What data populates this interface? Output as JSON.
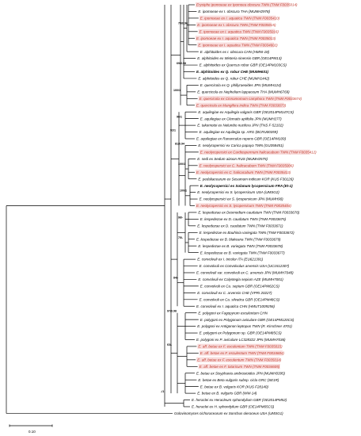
{
  "scale_bar": "0.10",
  "support_values": [
    "75/0.96",
    "69/0.98",
    "100/1",
    "96/1",
    "92/1",
    "81/0.94",
    "100/1",
    "100/1",
    "98/-",
    "75/-",
    "84/-",
    "97/0.98",
    "63/-",
    "-/1"
  ],
  "taxa": [
    {
      "text": "Erysiphe ipomoeae ex Ipomoea obscura TWN (TNM F0035014)",
      "style": "red"
    },
    {
      "text": "E. ipomoeae ex I. obscura THA (MUMH2978)",
      "style": "normal"
    },
    {
      "text": "E. ipomoeae ex I. aquatica TWN (TNM F0035410)",
      "style": "red"
    },
    {
      "text": "E. ipomoeae ex I. obscura TWN (TNM F0035015)",
      "style": "red"
    },
    {
      "text": "E. ipomoeae ex I. aquatica TWN (TNM F0035016)",
      "style": "red"
    },
    {
      "text": "E. ipomoeae ex I. aquatica TWN (TNM F0035013)",
      "style": "red"
    },
    {
      "text": "E. ipomoeae ex I. aquatica TWN (TNM F0034602)",
      "style": "red"
    },
    {
      "text": "E. alphitoides ex I. obscura CHN (HMNI-18)",
      "style": "normal"
    },
    {
      "text": "E. alphitoides ex Wisteria sinensis GBR (OE14PM13)",
      "style": "normal"
    },
    {
      "text": "E. alphitoides ex Quercus robur GBR (OE14PM103CS)",
      "style": "normal"
    },
    {
      "text": "E. alphitoides ex Q. robur CHE (MUMH631)",
      "style": "bold"
    },
    {
      "text": "E. alphitoides ex Q. robur CHE (MUMH1442)",
      "style": "normal"
    },
    {
      "text": "E. quercicola ex Q. phillyraeoides JPN (MUMH124)",
      "style": "normal"
    },
    {
      "text": "E. quercicola ex Nephelium lappaceum THA (MUMH6769)",
      "style": "normal"
    },
    {
      "text": "E. quercicola ex Cinnamomum camphora TWN (TNM F0033674)",
      "style": "red"
    },
    {
      "text": "E. quercicola ex Mangifera indica TWN (TNM F0033673)",
      "style": "red"
    },
    {
      "text": "E. aquilegiae ex Aquilegia vulgaris GBR (OE2014PM147CS)",
      "style": "normal"
    },
    {
      "text": "E. aquilegiae ex Clematis apiifolia JPN (MUMH277)",
      "style": "normal"
    },
    {
      "text": "E. takemotoi ex Nelumbo nucifera JPN (TNS F-52102)",
      "style": "normal"
    },
    {
      "text": "E. aquilegiae ex Aquilegia sp. ARG (BCRU00359)",
      "style": "normal"
    },
    {
      "text": "E. aquilegiae ex Ranunculus repens GBR (OE14PM109)",
      "style": "normal"
    },
    {
      "text": "E. neolycopersici ex Carica papaya TWN (GU358451)",
      "style": "normal"
    },
    {
      "text": "E. neolycopersici ex Cardiospermum halicacabum TWN (TNM F0035412)",
      "style": "red"
    },
    {
      "text": "E. sedi ex Sedum aizoon RUS (MUMH2575)",
      "style": "normal"
    },
    {
      "text": "E. neolycopersici ex C. halicacabum TWN (TNM F0035006)",
      "style": "red"
    },
    {
      "text": "E. neolycopersici ex C. halicacabum TWN (TNM F0035413)",
      "style": "red"
    },
    {
      "text": "E. pedaliacearum ex Sesamum indicum KOR (KUS F30126)",
      "style": "normal"
    },
    {
      "text": "E. neolycopersici ex Solanum lycopersicum FRA (Et-1)",
      "style": "bold"
    },
    {
      "text": "E. neolycopersici ex S. lycopersicum USA (UMSG2)",
      "style": "normal"
    },
    {
      "text": "E. neolycopersici ex S. lycopersicum JPN (MUMH90)",
      "style": "normal"
    },
    {
      "text": "E. neolycopersici ex S. lycopersicum TWN (TNM F0035404)",
      "style": "red"
    },
    {
      "text": "E. lespedezae ex Desmodium caudatum TWN (TNM F0033676)",
      "style": "normal"
    },
    {
      "text": "E. lespedezae ex D. caudatum TWN (TNM F0033675)",
      "style": "normal"
    },
    {
      "text": "E. lespedezae ex D. caudatum TWN (TNM F0033671)",
      "style": "normal"
    },
    {
      "text": "E. lespedezae ex Bauhinia variegata TWN (TNM F0033672)",
      "style": "normal"
    },
    {
      "text": "E. lespedezae ex B. blakeana TWN (TNM F0033679)",
      "style": "normal"
    },
    {
      "text": "E. lespedezae ex B. variegata TWN (TNM F0033678)",
      "style": "normal"
    },
    {
      "text": "E. lespedezae ex B. variegata TWN (TNM F0033677)",
      "style": "normal"
    },
    {
      "text": "E. convolvuli ex I. tricolor ITA (EU621391)",
      "style": "normal"
    },
    {
      "text": "E. convolvuli ex Convolvulus arvensis USA (UC1512307)",
      "style": "normal"
    },
    {
      "text": "E. convolvuli var. convolvuli ex C. arvensis JPN (MUMH7048)",
      "style": "normal"
    },
    {
      "text": "E. convolvuli ex Calystegia sepium AZE (MUMH7001)",
      "style": "normal"
    },
    {
      "text": "E. convolvuli ex Ca. sepium GBR (OE14PM62CS)",
      "style": "normal"
    },
    {
      "text": "E. convolvuli ex C. arvensis CHE (VPRI 20227)",
      "style": "normal"
    },
    {
      "text": "E. convolvuli ex Ca. silvatica GBR (OE14PM48CS)",
      "style": "normal"
    },
    {
      "text": "E. convolvuli ex I. aquatica CHN (HMUT1009256)",
      "style": "normal"
    },
    {
      "text": "E. polygoni ex Fagopyrum esculentum CHN",
      "style": "normal"
    },
    {
      "text": "E. polygoni ex Polygonum aviculare GBR (OE14PM120CS)",
      "style": "normal"
    },
    {
      "text": "E. polygoni ex Antigonon leptopus TWN (R. Kirschner 4701)",
      "style": "normal"
    },
    {
      "text": "E. polygoni ex Polygonum sp. GBR (OE14PM85CS)",
      "style": "normal"
    },
    {
      "text": "E. polygoni ex P. aviculare LC328322 JPN (MUMH7036)",
      "style": "normal"
    },
    {
      "text": "E. aff. betae ex F. esculentum TWN (TNM F0035015)",
      "style": "red"
    },
    {
      "text": "E. aff. betae ex F. esculentum TWN (TNM F0034604)",
      "style": "red"
    },
    {
      "text": "E. aff. betae ex F. esculentum TWN (TNM F0035014)",
      "style": "red"
    },
    {
      "text": "E. aff. betae ex F. tataricum TWN (TNM F0034605)",
      "style": "red"
    },
    {
      "text": "E. betae ex Sisyphania ambrosioides JPN (MUMH0395)",
      "style": "normal"
    },
    {
      "text": "E. betae ex Beta vulgaris subsp. cicla GRC (SE1R)",
      "style": "normal"
    },
    {
      "text": "E. betae ex B. vulgaris KOR (KUS F28140)",
      "style": "normal"
    },
    {
      "text": "E. betae ex B. vulgaris GBR (WW-14)",
      "style": "normal"
    },
    {
      "text": "E. heraclei ex Heracleum sphondylium GBR (OE2014PM52)",
      "style": "normal"
    },
    {
      "text": "E. heraclei ex H. sphondylium GBR (OE14PM65CS)",
      "style": "normal"
    },
    {
      "text": "Golovinomyces cichoracearum ex Sonchus oleraceus USA (UMSG1)",
      "style": "normal"
    }
  ]
}
